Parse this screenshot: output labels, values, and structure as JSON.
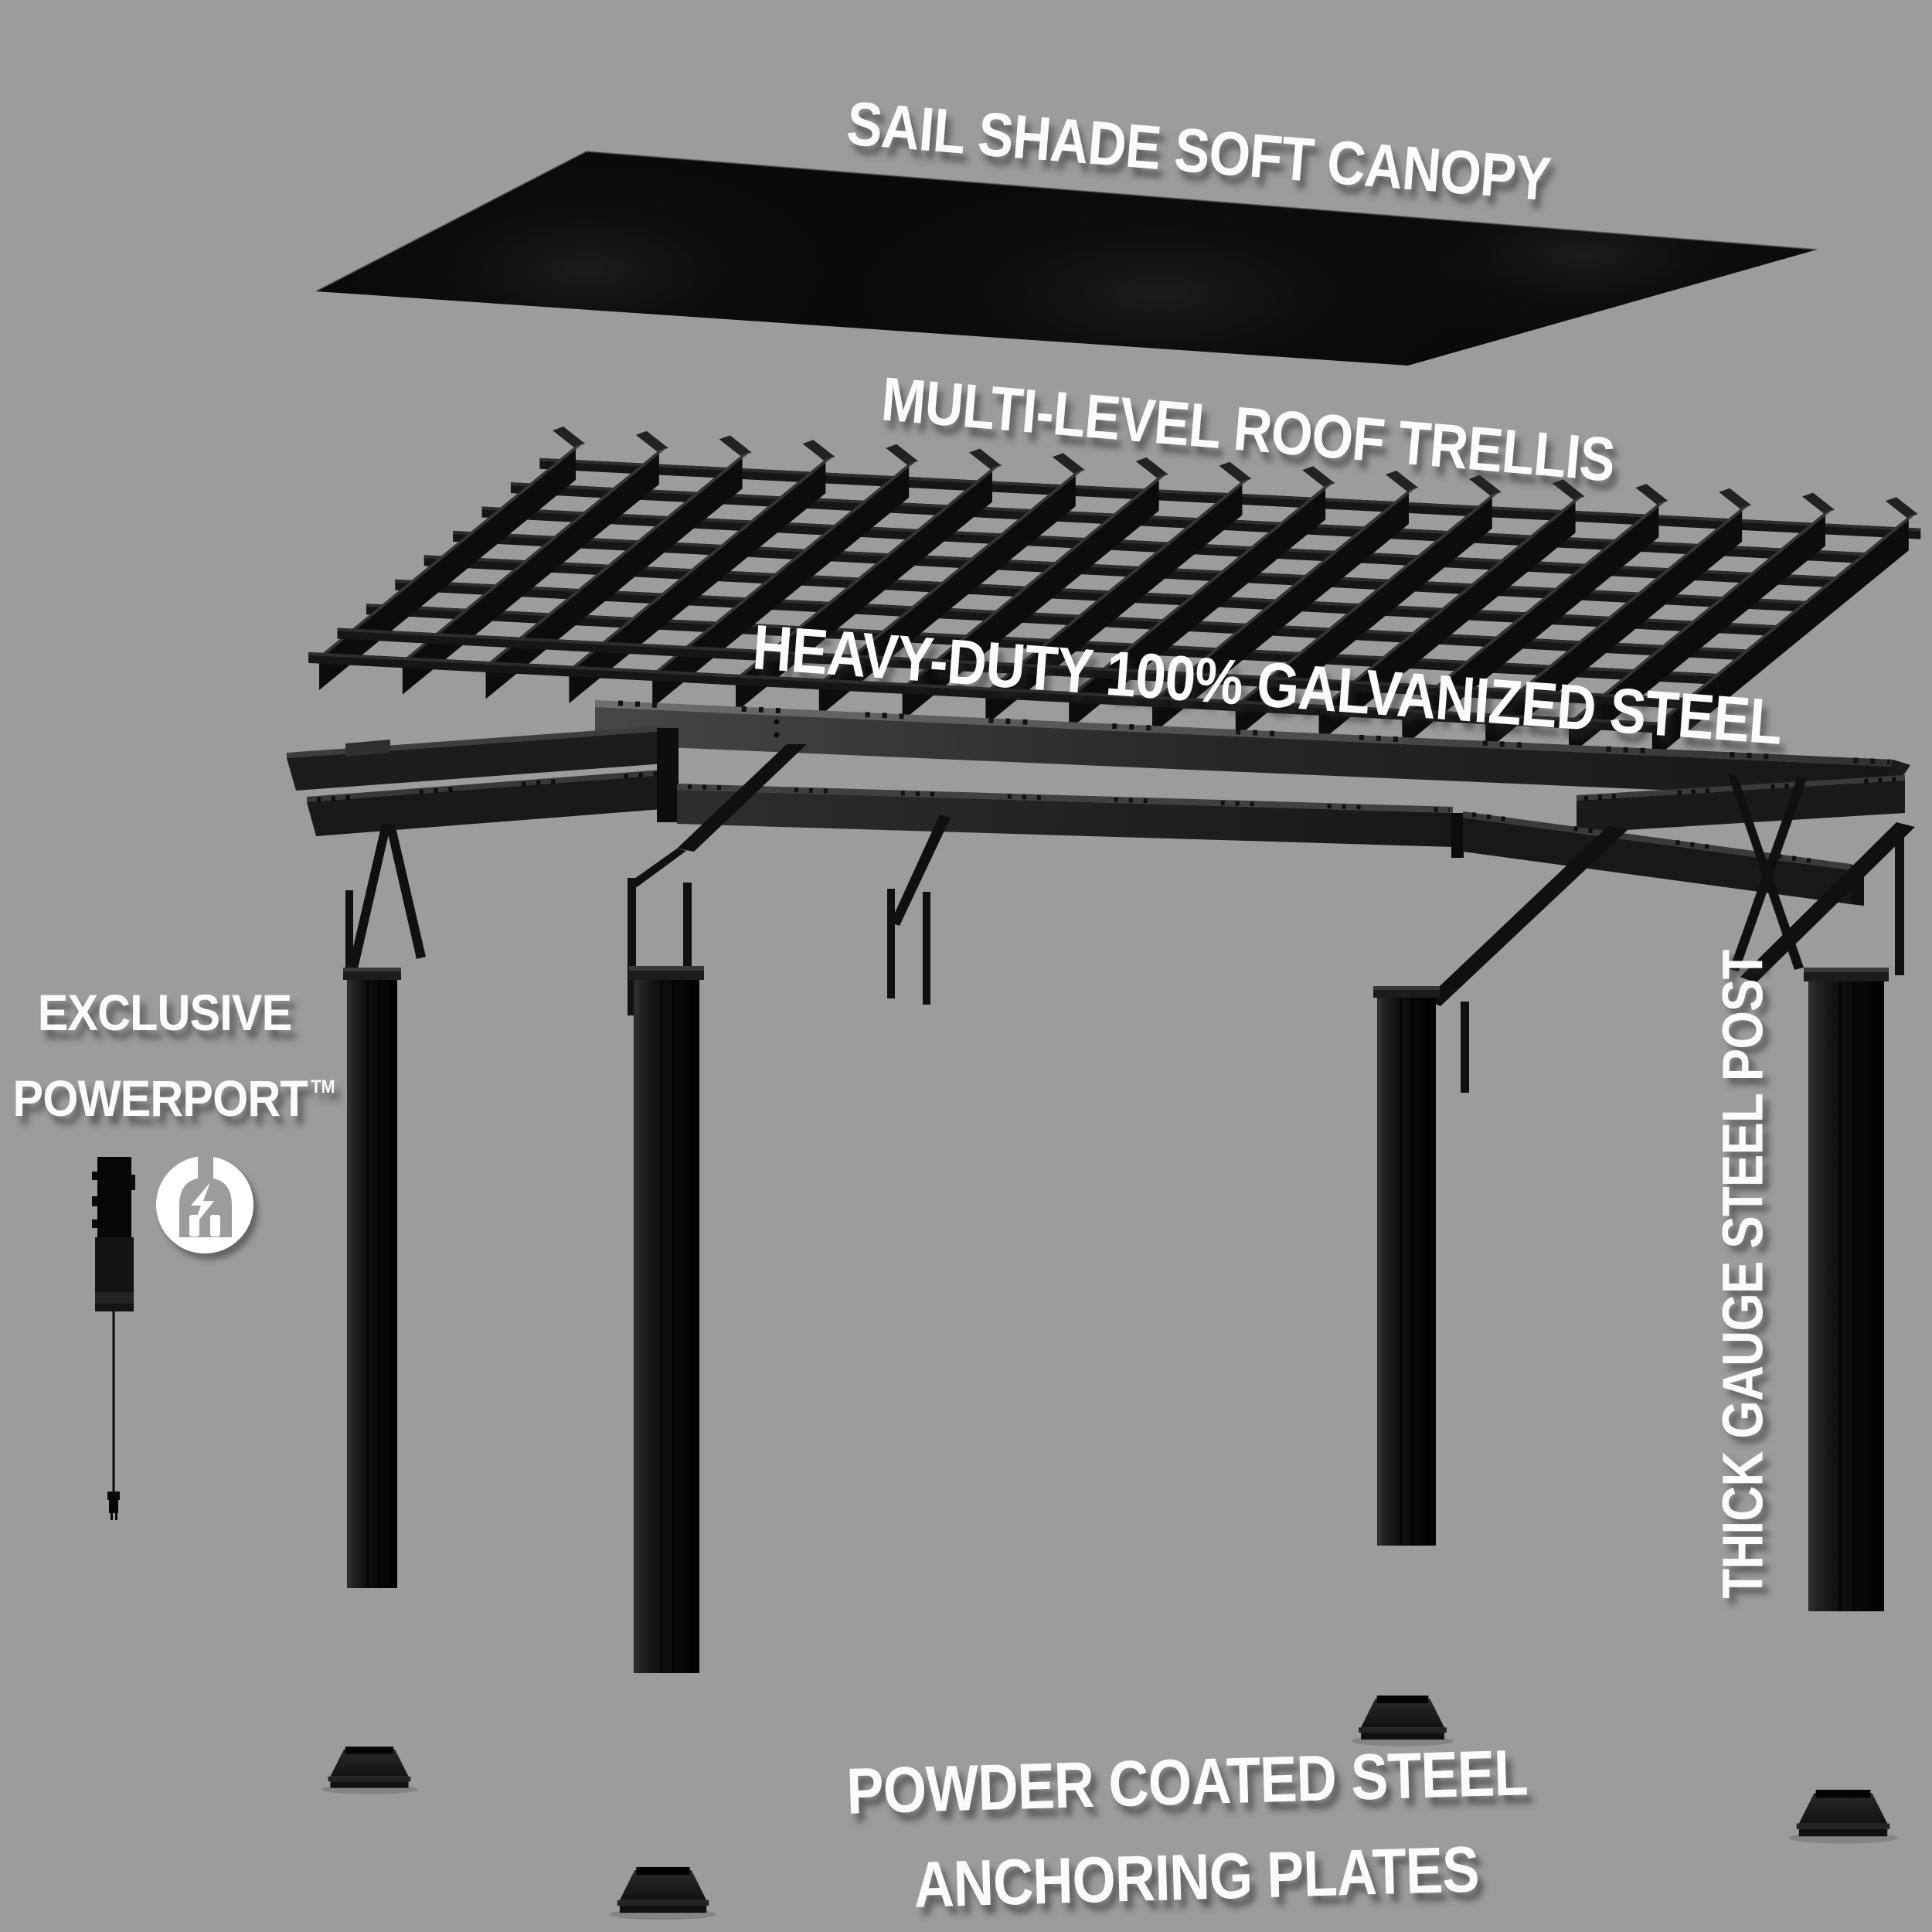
{
  "title": "Pergola exploded parts diagram",
  "labels": {
    "canopy": "SAIL SHADE SOFT CANOPY",
    "trellis": "MULTI-LEVEL ROOF TRELLIS",
    "steel": "HEAVY-DUTY 100% GALVANIZED STEEL",
    "powerport_line1": "EXCLUSIVE",
    "powerport_line2": "POWERPORT",
    "powerport_tm": "TM",
    "post_vertical": "THICK GAUGE STEEL POST",
    "plates_line1": "POWDER COATED STEEL",
    "plates_line2": "ANCHORING PLATES"
  },
  "icons": {
    "power_plug": "power-plug-icon"
  },
  "colors": {
    "background": "#9c9c9c",
    "label_text": "#fbfbfb",
    "structure_black": "#0c0c0c",
    "beam_gray": "#2e2e2e",
    "icon_white": "#ffffff"
  }
}
